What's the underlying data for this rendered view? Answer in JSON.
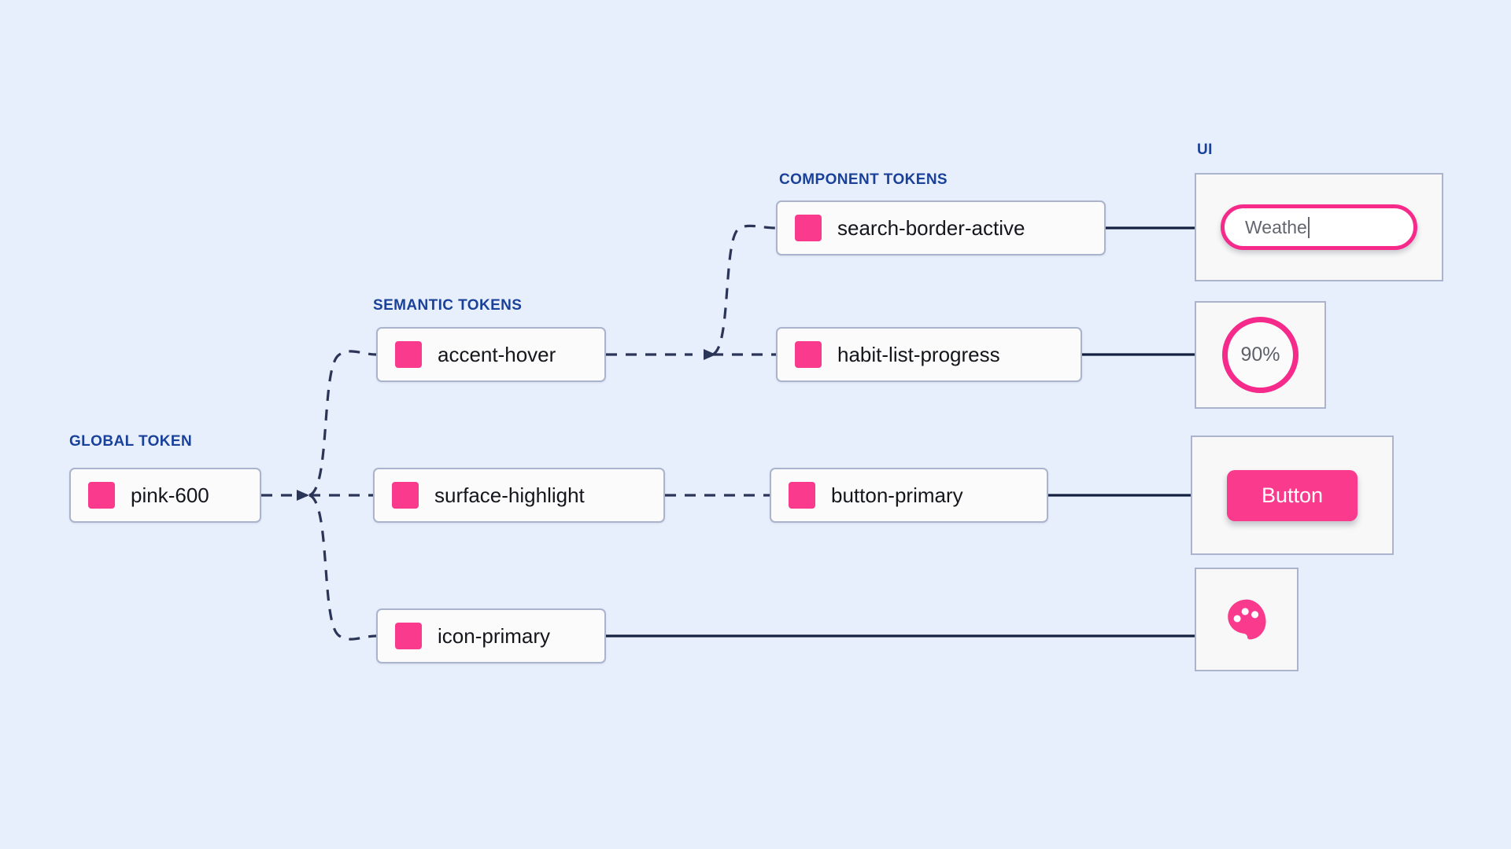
{
  "canvas": {
    "background": "#e8effc",
    "accent_pink": "#fa3b8d",
    "line_color": "#2b3557",
    "label_color": "#1a4199",
    "card_border": "#aab4cc",
    "card_fill": "#fbfbfb"
  },
  "columns": [
    {
      "id": "global",
      "label": "GLOBAL TOKEN"
    },
    {
      "id": "semantic",
      "label": "SEMANTIC TOKENS"
    },
    {
      "id": "component",
      "label": "COMPONENT TOKENS"
    },
    {
      "id": "ui",
      "label": "UI"
    }
  ],
  "global_tokens": [
    {
      "name": "pink-600",
      "color": "#fa3b8d"
    }
  ],
  "semantic_tokens": [
    {
      "name": "accent-hover",
      "color": "#fa3b8d"
    },
    {
      "name": "surface-highlight",
      "color": "#fa3b8d"
    },
    {
      "name": "icon-primary",
      "color": "#fa3b8d"
    }
  ],
  "component_tokens": [
    {
      "name": "search-border-active",
      "color": "#fa3b8d"
    },
    {
      "name": "habit-list-progress",
      "color": "#fa3b8d"
    },
    {
      "name": "button-primary",
      "color": "#fa3b8d"
    }
  ],
  "ui_previews": {
    "search": {
      "value": "Weathe",
      "border_color": "#f52a8b",
      "text_color": "#63666e"
    },
    "progress": {
      "value": "90%",
      "ring_color": "#f52a8b",
      "text_color": "#5e6168"
    },
    "button": {
      "label": "Button",
      "fill": "#fa3b8d",
      "text_color": "#ffffff"
    },
    "icon": {
      "name": "palette-icon",
      "color": "#fa3b8d"
    }
  },
  "connections": [
    {
      "from": "pink-600",
      "to": "accent-hover",
      "style": "dashed"
    },
    {
      "from": "pink-600",
      "to": "surface-highlight",
      "style": "dashed"
    },
    {
      "from": "pink-600",
      "to": "icon-primary",
      "style": "dashed"
    },
    {
      "from": "accent-hover",
      "to": "search-border-active",
      "style": "dashed"
    },
    {
      "from": "accent-hover",
      "to": "habit-list-progress",
      "style": "dashed"
    },
    {
      "from": "surface-highlight",
      "to": "button-primary",
      "style": "dashed"
    },
    {
      "from": "search-border-active",
      "to": "ui-search",
      "style": "solid"
    },
    {
      "from": "habit-list-progress",
      "to": "ui-progress",
      "style": "solid"
    },
    {
      "from": "button-primary",
      "to": "ui-button",
      "style": "solid"
    },
    {
      "from": "icon-primary",
      "to": "ui-icon",
      "style": "solid"
    }
  ]
}
